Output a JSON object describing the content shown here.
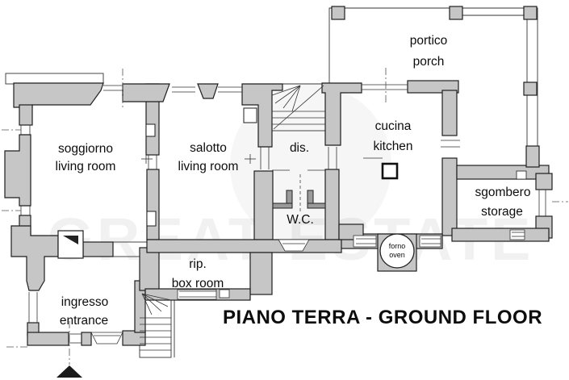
{
  "title": "PIANO TERRA - GROUND FLOOR",
  "watermark": "GREAT ESTATE",
  "rooms": {
    "soggiorno": {
      "it": "soggiorno",
      "en": "living room"
    },
    "salotto": {
      "it": "salotto",
      "en": "living room"
    },
    "dis": {
      "it": "dis."
    },
    "wc": {
      "it": "W.C."
    },
    "cucina": {
      "it": "cucina",
      "en": "kitchen"
    },
    "portico": {
      "it": "portico",
      "en": "porch"
    },
    "sgombero": {
      "it": "sgombero",
      "en": "storage"
    },
    "rip": {
      "it": "rip.",
      "en": "box room"
    },
    "ingresso": {
      "it": "ingresso",
      "en": "entrance"
    },
    "forno": {
      "it": "forno",
      "en": "oven"
    }
  },
  "colors": {
    "wall_fill": "#c6c6c6",
    "wall_stroke": "#1e1e1e",
    "thin_line": "#333333",
    "paper": "#ffffff"
  }
}
